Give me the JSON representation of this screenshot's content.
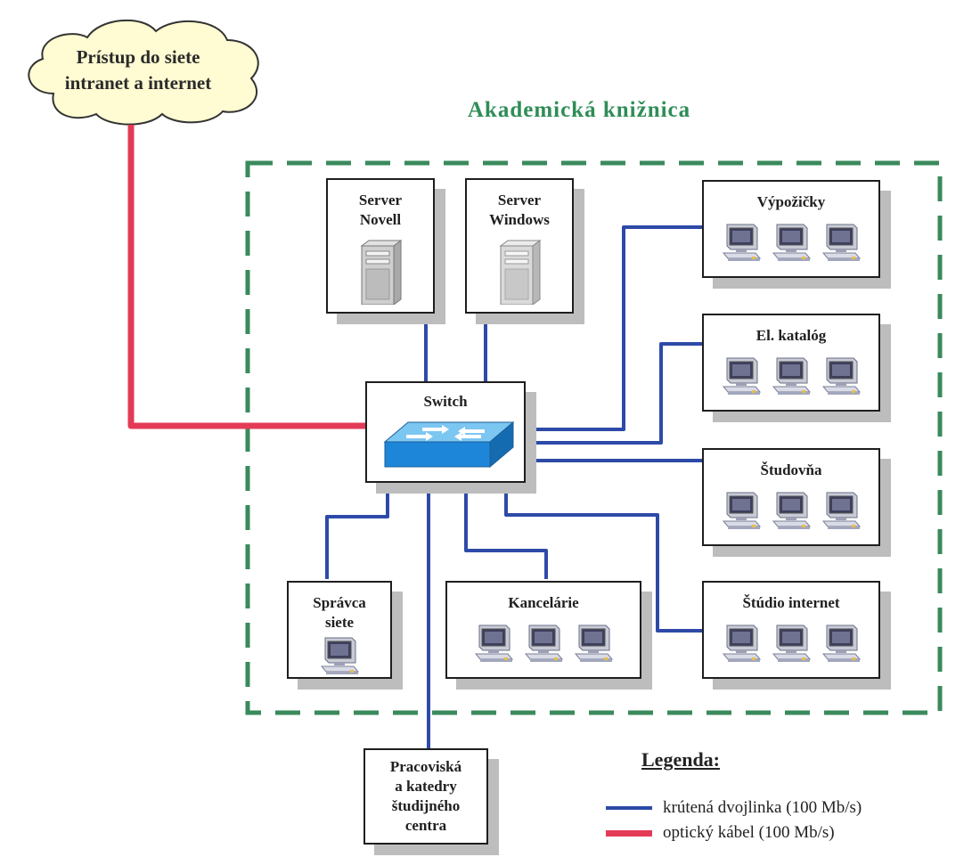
{
  "cloud": {
    "line1": "Prístup do siete",
    "line2": "intranet a internet"
  },
  "title": "Akademická knižnica",
  "switch": {
    "label": "Switch"
  },
  "servers": [
    {
      "line1": "Server",
      "line2": "Novell"
    },
    {
      "line1": "Server",
      "line2": "Windows"
    }
  ],
  "departments": {
    "vypozicky": "Výpožičky",
    "el_katalog": "El. katalóg",
    "studovna": "Študovňa",
    "studio_internet": "Štúdio internet",
    "kancelarie": "Kancelárie",
    "spravca": {
      "line1": "Správca",
      "line2": "siete"
    },
    "pracoviska": {
      "line1": "Pracoviská",
      "line2": "a katedry",
      "line3": "študijného",
      "line4": "centra"
    }
  },
  "legend": {
    "title": "Legenda:",
    "twisted_pair": "krútená dvojlinka (100 Mb/s)",
    "fiber": "optický kábel (100 Mb/s)"
  },
  "colors": {
    "twisted_pair": "#2e4aa8",
    "fiber": "#e33b57",
    "perimeter": "#3a8a5c",
    "title": "#2f8d57",
    "switch": "#1e86d8"
  }
}
